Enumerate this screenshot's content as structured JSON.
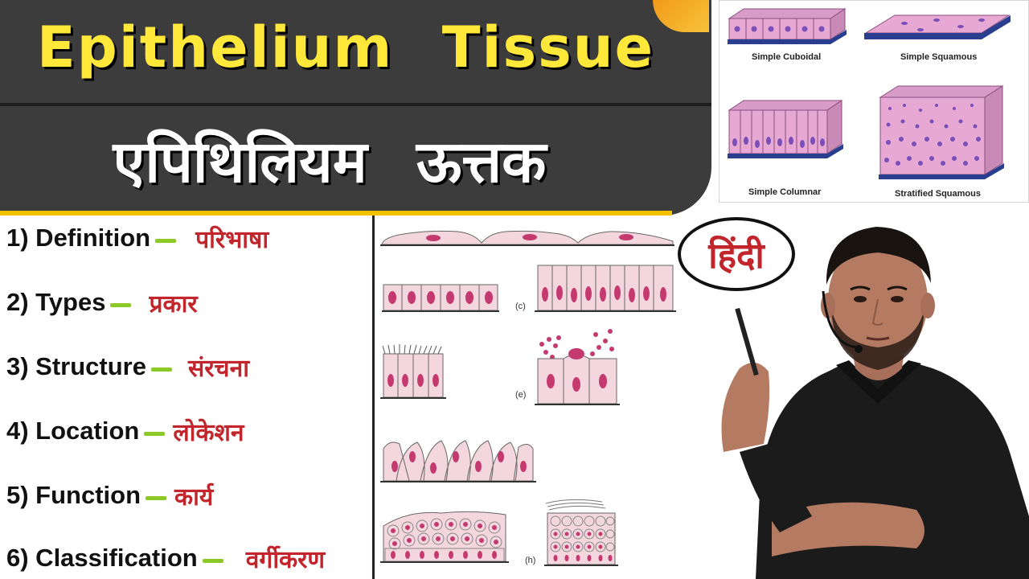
{
  "banner": {
    "title_en": "Epithelium Tissue",
    "title_hi": "एपिथिलियम ऊत्तक"
  },
  "topics": [
    {
      "en": "1) Definition",
      "hi": "परिभाषा"
    },
    {
      "en": "2) Types",
      "hi": "प्रकार"
    },
    {
      "en": "3) Structure",
      "hi": "संरचना"
    },
    {
      "en": "4) Location",
      "hi": "लोकेशन"
    },
    {
      "en": "5) Function",
      "hi": "कार्य"
    },
    {
      "en": "6) Classification",
      "hi": "वर्गीकरण"
    }
  ],
  "diagram_labels": {
    "c": "(c)",
    "e": "(e)",
    "h": "(h)"
  },
  "epithelium_types": {
    "simple_cuboidal": "Simple Cuboidal",
    "simple_squamous": "Simple Squamous",
    "simple_columnar": "Simple Columnar",
    "stratified_squamous": "Stratified Squamous"
  },
  "badge": {
    "label": "हिंदी"
  },
  "colors": {
    "banner_bg": "#3c3c3c",
    "title_yellow": "#ffe83a",
    "hindi_red": "#c2252b",
    "dash_green": "#8ac926",
    "cell_pink": "#f3d6de",
    "nucleus": "#c43a6e",
    "basement": "#2e3a8c"
  }
}
